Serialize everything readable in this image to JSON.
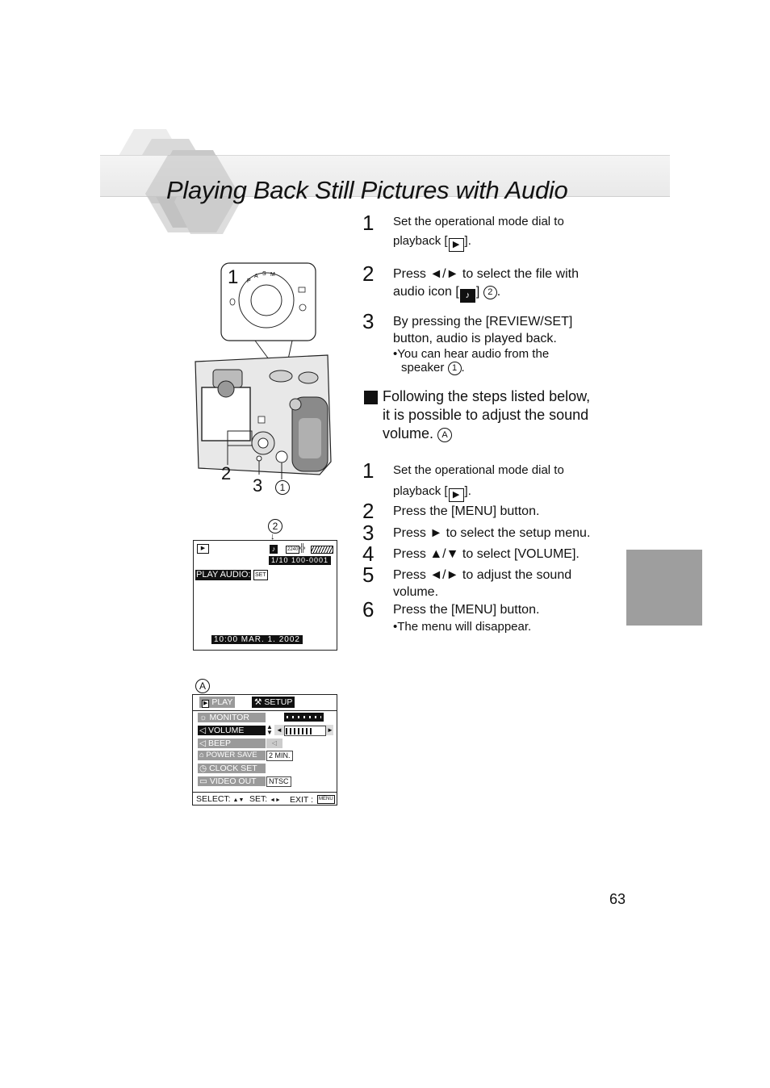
{
  "header": {
    "title": "Playing Back Still Pictures with Audio"
  },
  "section1": {
    "steps": [
      {
        "num": "1",
        "line1": "Set the operational mode dial to",
        "line2_pre": "playback [",
        "line2_post": "]."
      },
      {
        "num": "2",
        "line1": "Press ◄/► to select the file with",
        "line2_pre": "audio icon [",
        "line2_post": "]",
        "ref": "2"
      },
      {
        "num": "3",
        "line1": "By pressing the [REVIEW/SET]",
        "line2": "button, audio is played back.",
        "note1": "•You can hear audio from the",
        "note2": "speaker",
        "note_ref": "1"
      }
    ]
  },
  "section2": {
    "intro1": "Following the steps listed below,",
    "intro2": "it is possible to adjust the sound",
    "intro3": "volume.",
    "intro_ref": "A",
    "steps": [
      {
        "num": "1",
        "line1": "Set the operational mode dial to",
        "line2_pre": "playback [",
        "line2_post": "]."
      },
      {
        "num": "2",
        "line1": "Press the [MENU] button."
      },
      {
        "num": "3",
        "line1": "Press ► to select the setup menu."
      },
      {
        "num": "4",
        "line1": "Press ▲/▼ to select [VOLUME]."
      },
      {
        "num": "5",
        "line1": "Press ◄/► to adjust the sound",
        "line2": "volume."
      },
      {
        "num": "6",
        "line1": "Press the [MENU] button.",
        "note": "•The menu will disappear."
      }
    ]
  },
  "camera": {
    "callout_1": "1",
    "label_2": "2",
    "label_3": "3",
    "label_circ1": "1",
    "dial_letters": [
      "P",
      "A",
      "S",
      "M"
    ]
  },
  "lcd": {
    "ref": "2",
    "counter": "1/10  100-0001",
    "play_audio": "PLAY AUDIO:",
    "set": "SET",
    "datetime": "10:00  MAR. 1. 2002",
    "resolution": "2240"
  },
  "menu": {
    "ref": "A",
    "tab_play": "PLAY",
    "tab_setup": "SETUP",
    "items": [
      {
        "label": "MONITOR",
        "value": ""
      },
      {
        "label": "VOLUME",
        "value": ""
      },
      {
        "label": "BEEP",
        "value": ""
      },
      {
        "label": "POWER SAVE",
        "value": "2 MIN."
      },
      {
        "label": "CLOCK SET",
        "value": ""
      },
      {
        "label": "VIDEO OUT",
        "value": "NTSC"
      }
    ],
    "footer_select": "SELECT:",
    "footer_set": "SET:",
    "footer_exit": "EXIT :",
    "footer_menu": "MENU",
    "volume_level": 0.7
  },
  "page_number": "63",
  "colors": {
    "side_tab": "#9e9e9e",
    "banner": "#ececec"
  }
}
